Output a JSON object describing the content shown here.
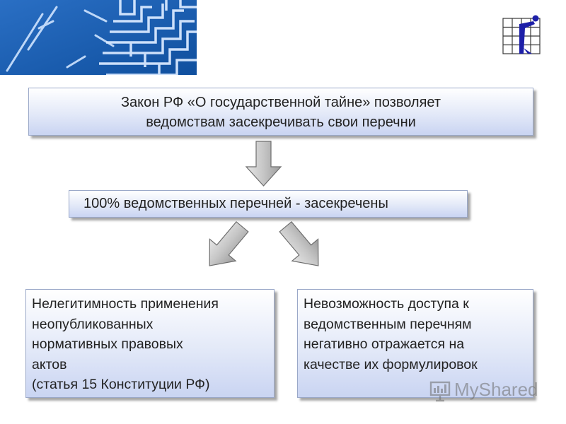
{
  "top_box": {
    "line1": "Закон РФ «О государственной тайне» позволяет",
    "line2": "ведомствам засекречивать свои перечни"
  },
  "middle_box": {
    "text": "100% ведомственных перечней - засекречены"
  },
  "left_box": {
    "lines": [
      "Нелегитимность применения",
      "неопубликованных",
      "нормативных правовых",
      "актов",
      "(статья 15 Конституции РФ)"
    ]
  },
  "right_box": {
    "lines": [
      "Невозможность доступа к",
      "ведомственным перечням",
      "негативно отражается на",
      "качестве их формулировок"
    ]
  },
  "watermark": {
    "text": "MyShared",
    "icon": "presentation-screen-icon"
  },
  "logo": {
    "icon": "grid-figure-logo-icon"
  },
  "corner_art": {
    "icon": "blue-maze-pattern"
  },
  "colors": {
    "box_top": "#ffffff",
    "box_bottom": "#c9d4f2",
    "box_border": "#9aa8c8",
    "arrow_fill": "#c4c4c4",
    "arrow_stroke": "#6e6e6e",
    "maze_blue": "#1f5fb4",
    "logo_blue": "#1d1fa8"
  }
}
